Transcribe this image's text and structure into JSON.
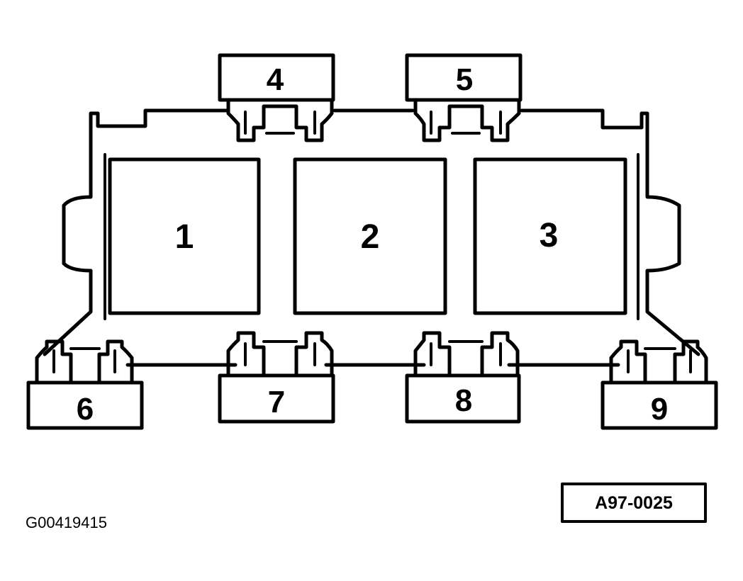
{
  "relays": [
    {
      "label": "1"
    },
    {
      "label": "2"
    },
    {
      "label": "3"
    }
  ],
  "fuses": [
    {
      "label": "4"
    },
    {
      "label": "5"
    },
    {
      "label": "6"
    },
    {
      "label": "7"
    },
    {
      "label": "8"
    },
    {
      "label": "9"
    }
  ],
  "reference_code": "A97-0025",
  "image_id": "G00419415",
  "colors": {
    "line": "#000000",
    "background": "#ffffff"
  }
}
